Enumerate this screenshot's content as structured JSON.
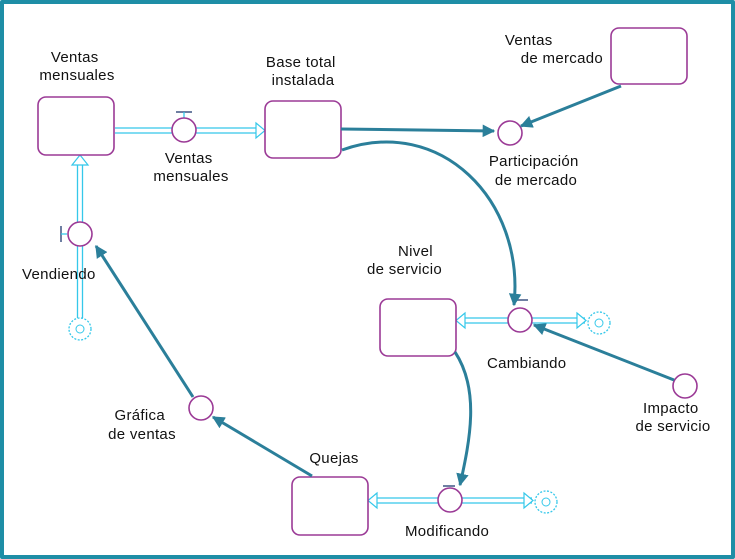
{
  "colors": {
    "frame": "#1e8ea6",
    "stock_border": "#9b3a96",
    "pipe": "#35c8ea",
    "link_arrow": "#2b7f9a"
  },
  "stocks": {
    "ventas_mensuales_line1": "Ventas",
    "ventas_mensuales_line2": "mensuales",
    "base_total_line1": "Base total",
    "base_total_line2": "instalada",
    "ventas_mercado_line1": "Ventas",
    "ventas_mercado_line2": "de mercado",
    "nivel_servicio_line1": "Nivel",
    "nivel_servicio_line2": "de servicio",
    "quejas": "Quejas"
  },
  "flows": {
    "ventas_mensuales_line1": "Ventas",
    "ventas_mensuales_line2": "mensuales",
    "vendiendo": "Vendiendo",
    "cambiando": "Cambiando",
    "modificando": "Modificando"
  },
  "auxiliaries": {
    "participacion_line1": "Participación",
    "participacion_line2": "de mercado",
    "grafica_line1": "Gráfica",
    "grafica_line2": "de ventas",
    "impacto_line1": "Impacto",
    "impacto_line2": "de servicio"
  }
}
